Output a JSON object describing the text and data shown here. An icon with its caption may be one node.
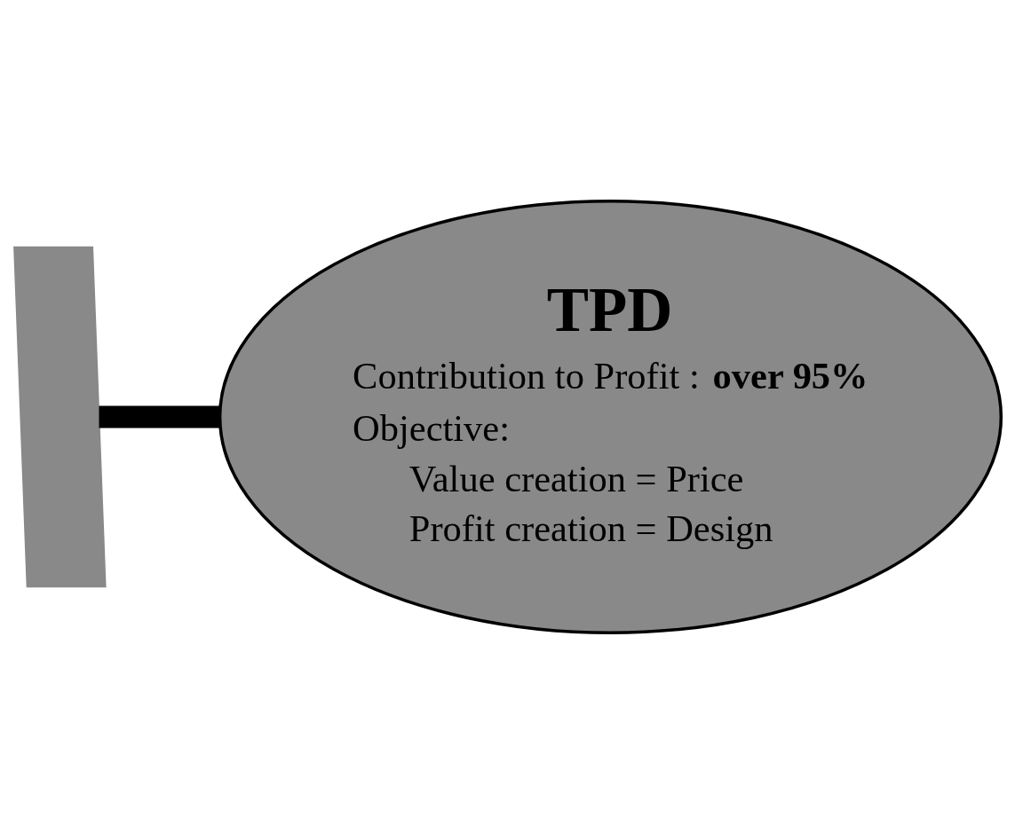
{
  "diagram": {
    "nodes": [
      {
        "text": [
          "TPD",
          "Contribution to Profit : **over 95%**",
          "Objective:",
          "Value creation = Price",
          "Profit creation = Design"
        ]
      },
      {
        "text": [],
        "shape": "bar"
      }
    ],
    "edges": [
      {
        "from": 1,
        "to": 0,
        "arrow": "none"
      }
    ]
  }
}
